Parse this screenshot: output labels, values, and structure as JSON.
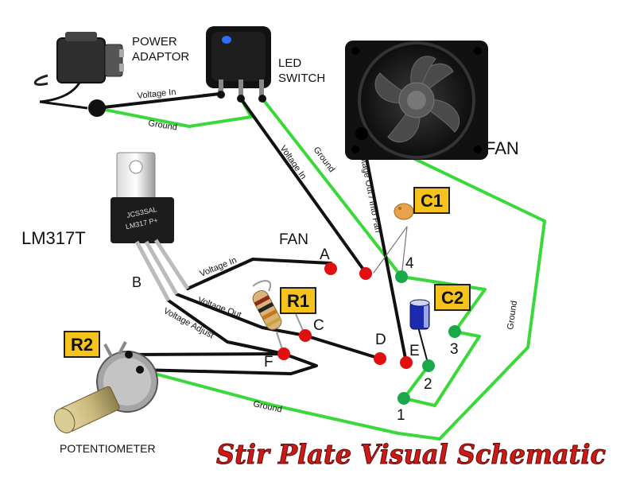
{
  "labels": {
    "power_adaptor": [
      "POWER",
      "ADAPTOR"
    ],
    "led_switch": [
      "LED",
      "SWITCH"
    ],
    "fan_top": "FAN",
    "lm317t": "LM317T",
    "fan_mid": "FAN",
    "b": "B",
    "potentiometer": "POTENTIOMETER",
    "title": "Stir Plate Visual Schematic"
  },
  "tags": {
    "c1": "C1",
    "r1": "R1",
    "c2": "C2",
    "r2": "R2"
  },
  "chip_text": [
    "JCS3SAL",
    "LM317 P+"
  ],
  "nodes": {
    "a": "A",
    "c": "C",
    "d": "D",
    "e": "E",
    "f": "F",
    "n1": "1",
    "n2": "2",
    "n3": "3",
    "n4": "4"
  },
  "wires": {
    "voltage_in_top": "Voltage In",
    "ground_top": "Ground",
    "voltage_in_diag": "Voltage In",
    "ground_diag": "Ground",
    "voltage_out_fan": "Voltage Out / Into Fan",
    "ground_right": "Ground",
    "voltage_in_reg": "Voltage In",
    "voltage_out_reg": "Voltage Out",
    "voltage_adjust": "Voltage Adjust",
    "ground_bottom": "Ground"
  },
  "colors": {
    "wire_black": "#111111",
    "wire_green": "#3ad83a",
    "node_red": "#e01010",
    "node_green": "#1aa84a",
    "tag_fill": "#f6c21c",
    "title_red": "#cc1a16"
  }
}
